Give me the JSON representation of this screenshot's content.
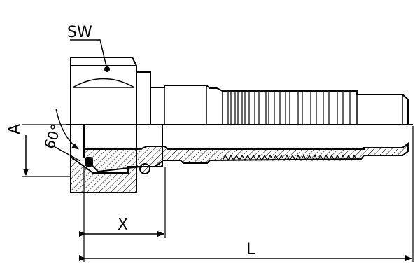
{
  "labels": {
    "wrench_size": "SW",
    "angle": "60°",
    "dimension_a": "A",
    "dimension_x": "X",
    "dimension_l": "L"
  },
  "colors": {
    "line": "#000000",
    "background": "#ffffff"
  }
}
